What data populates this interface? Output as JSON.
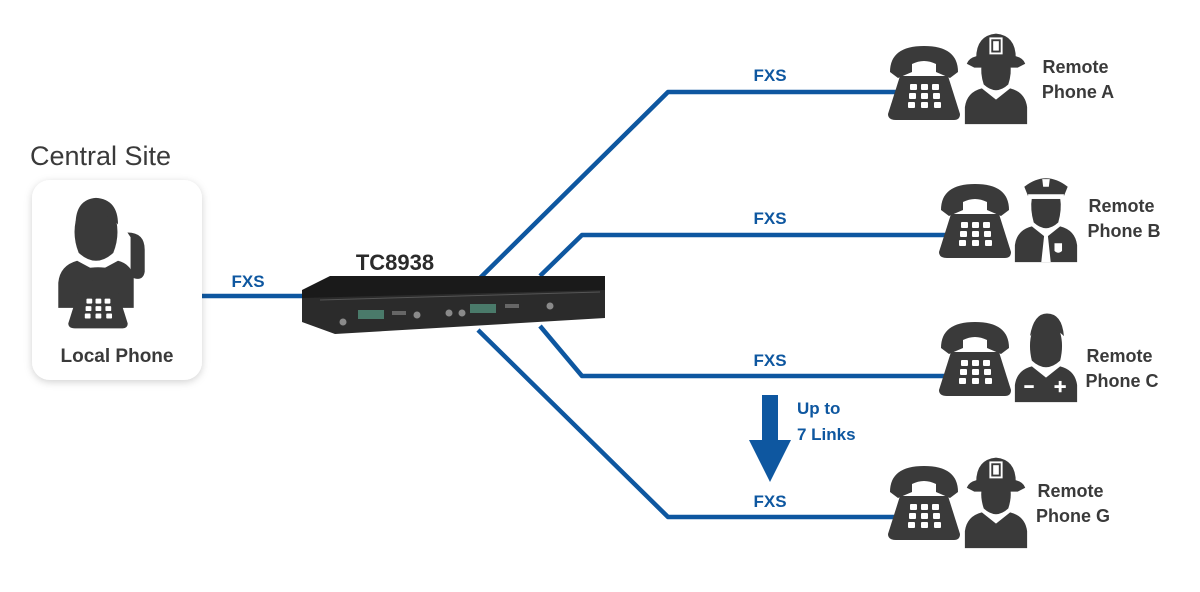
{
  "central_site": {
    "title": "Central Site",
    "local_phone_label": "Local Phone",
    "link_label": "FXS"
  },
  "device": {
    "name": "TC8938"
  },
  "remotes": [
    {
      "line1": "Remote",
      "line2": "Phone A",
      "link_label": "FXS",
      "figure": "firefighter-icon"
    },
    {
      "line1": "Remote",
      "line2": "Phone B",
      "link_label": "FXS",
      "figure": "police-officer-icon"
    },
    {
      "line1": "Remote",
      "line2": "Phone C",
      "link_label": "FXS",
      "figure": "medic-icon"
    },
    {
      "line1": "Remote",
      "line2": "Phone G",
      "link_label": "FXS",
      "figure": "firefighter-icon"
    }
  ],
  "expansion_note": {
    "line1": "Up to",
    "line2": "7 Links"
  },
  "colors": {
    "link": "#0e57a0",
    "text_dark": "#3a3a3a",
    "label_blue": "#0e57a0",
    "device_body": "#2b2b2b",
    "figure": "#3a3a3a"
  }
}
